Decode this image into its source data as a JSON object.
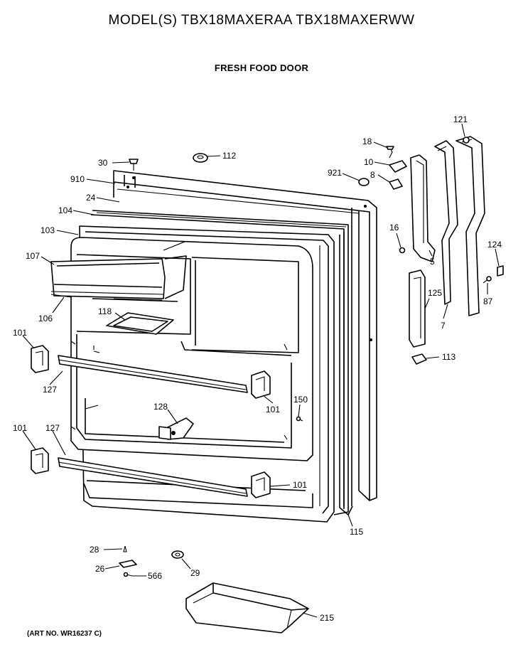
{
  "header": {
    "title": "MODEL(S) TBX18MAXERAA  TBX18MAXERWW",
    "subtitle": "FRESH FOOD DOOR"
  },
  "footer": {
    "art_no": "(ART NO. WR16237 C)"
  },
  "parts": {
    "p30": "30",
    "p112": "112",
    "p910": "910",
    "p24": "24",
    "p104": "104",
    "p103": "103",
    "p107": "107",
    "p106": "106",
    "p118": "118",
    "p101a": "101",
    "p127a": "127",
    "p101b": "101",
    "p128": "128",
    "p150": "150",
    "p101c": "101",
    "p127b": "127",
    "p101d": "101",
    "p115": "115",
    "p18": "18",
    "p10": "10",
    "p921": "921",
    "p8": "8",
    "p16": "16",
    "p5": "5",
    "p121": "121",
    "p124": "124",
    "p87": "87",
    "p125": "125",
    "p7": "7",
    "p113": "113",
    "p28": "28",
    "p26": "26",
    "p566": "566",
    "p29": "29",
    "p215": "215"
  }
}
